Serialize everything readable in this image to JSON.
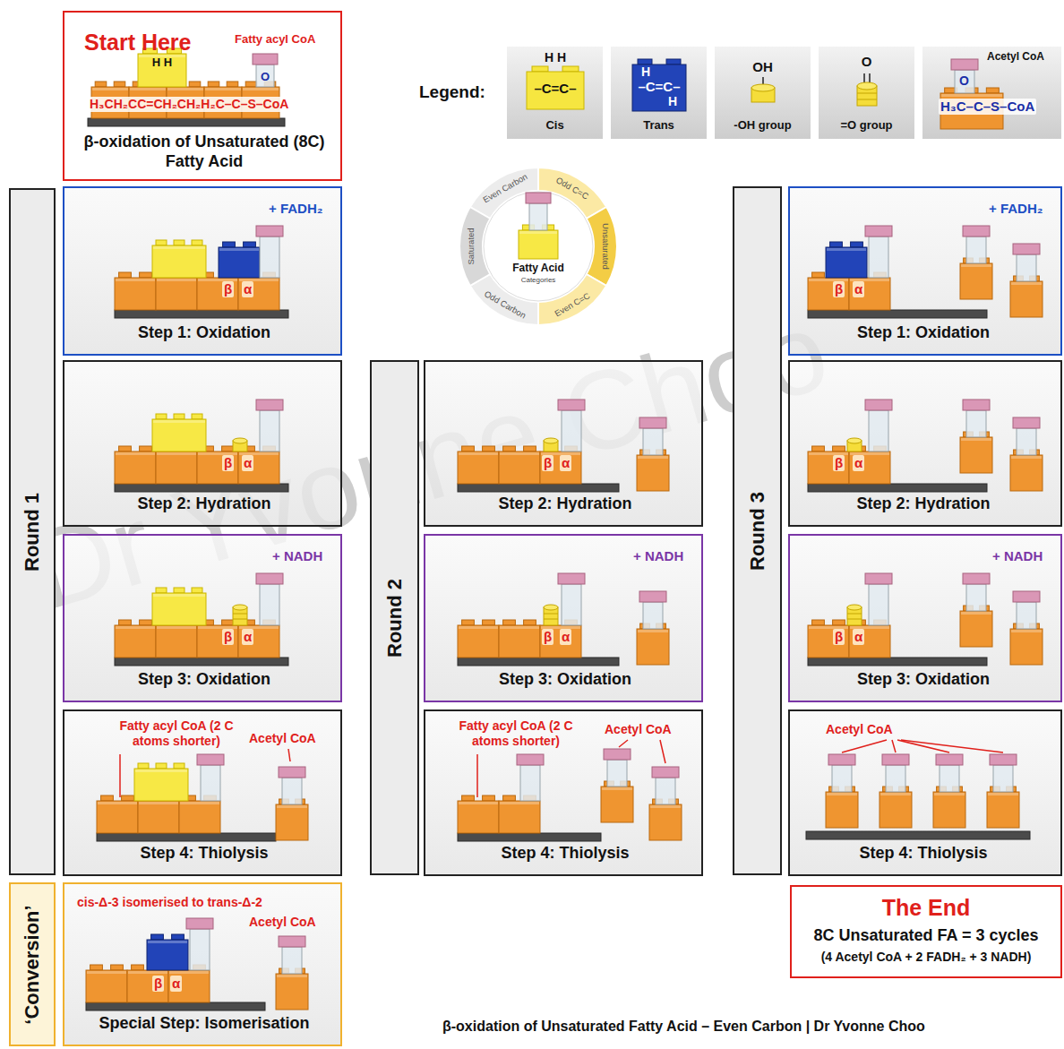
{
  "diagram": {
    "caption": "β-oxidation of Unsaturated Fatty Acid – Even Carbon | Dr Yvonne Choo",
    "nodes": [
      {
        "text": [
          "Start Here",
          "Fatty acyl CoA",
          "H H",
          "O",
          "H₃CH₂CC=CH₂CH₂H₂C–C–S–CoA",
          "β-oxidation of Unsaturated (8C) Fatty Acid"
        ]
      },
      {
        "text": [
          "Round 1"
        ]
      },
      {
        "text": [
          "+ FADH₂",
          "β",
          "α",
          "Step 1: Oxidation"
        ]
      },
      {
        "text": [
          "β",
          "α",
          "Step 2: Hydration"
        ]
      },
      {
        "text": [
          "+ NADH",
          "β",
          "α",
          "Step 3: Oxidation"
        ]
      },
      {
        "text": [
          "Fatty acyl CoA (2 C atoms shorter)",
          "Acetyl CoA",
          "Step 4: Thiolysis"
        ]
      },
      {
        "text": [
          "‘Conversion’"
        ]
      },
      {
        "text": [
          "cis-Δ-3 isomerised to trans-Δ-2",
          "Acetyl CoA",
          "β",
          "α",
          "Special Step: Isomerisation"
        ]
      },
      {
        "text": [
          "Fatty Acid",
          "Categories"
        ]
      },
      {
        "text": [
          "Round 2"
        ]
      },
      {
        "text": [
          "β",
          "α",
          "Step 2: Hydration"
        ]
      },
      {
        "text": [
          "+ NADH",
          "β",
          "α",
          "Step 3: Oxidation"
        ]
      },
      {
        "text": [
          "Fatty acyl CoA (2 C atoms shorter)",
          "Acetyl CoA",
          "Step 4: Thiolysis"
        ]
      },
      {
        "text": [
          "Round 3"
        ]
      },
      {
        "text": [
          "+ FADH₂",
          "β",
          "α",
          "Step 1: Oxidation"
        ]
      },
      {
        "text": [
          "β",
          "α",
          "Step 2: Hydration"
        ]
      },
      {
        "text": [
          "+ NADH",
          "β",
          "α",
          "Step 3: Oxidation"
        ]
      },
      {
        "text": [
          "Acetyl CoA",
          "Step 4: Thiolysis"
        ]
      },
      {
        "text": [
          "The End",
          "8C Unsaturated FA = 3 cycles",
          "(4 Acetyl CoA + 2 FADH₂ + 3 NADH)"
        ]
      }
    ],
    "labels": [
      "Legend:",
      "H H",
      "–C=C–",
      "H",
      "–C=C–",
      "H",
      "OH",
      "O",
      "O",
      "H₃C–C–S–CoA",
      "Even Carbon",
      "Odd C=C",
      "Unsaturated",
      "Even C=C",
      "Odd Carbon",
      "Saturated",
      "Dr Yvonne Choo"
    ],
    "legend": [
      {
        "text": "Cis",
        "color": "#f6e640"
      },
      {
        "text": "Trans",
        "color": "#2244b8"
      },
      {
        "text": "-OH group"
      },
      {
        "text": "=O group"
      },
      {
        "text": "Acetyl CoA"
      }
    ]
  }
}
